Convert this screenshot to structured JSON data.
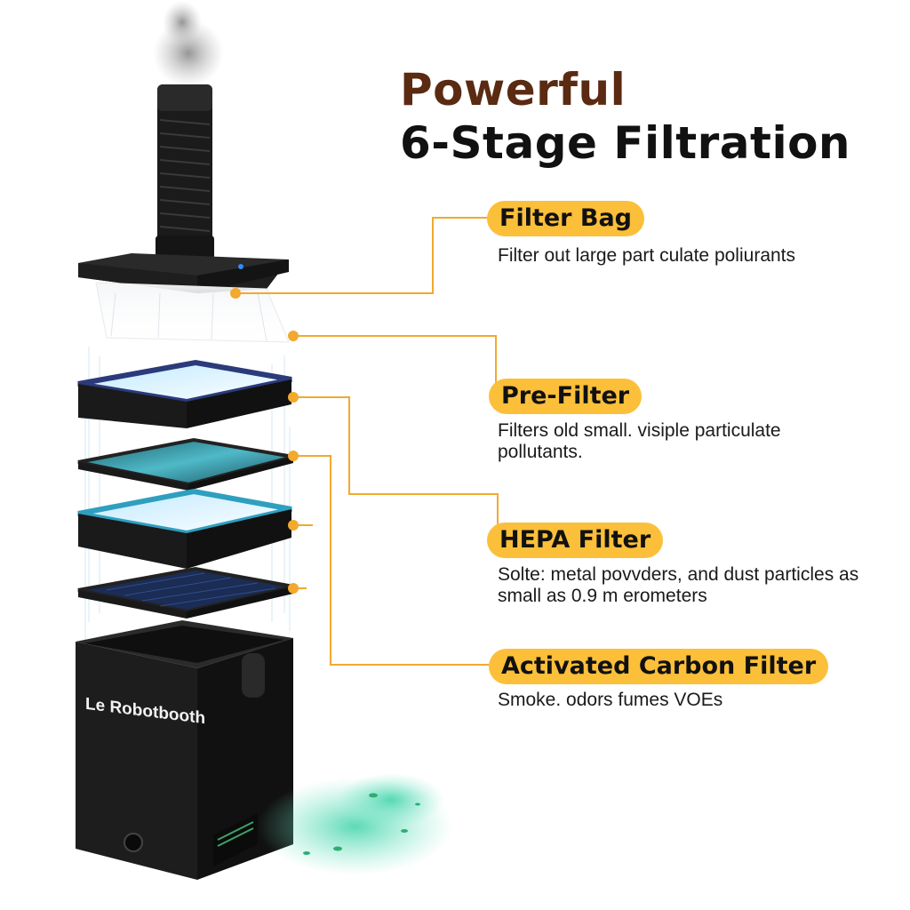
{
  "title": {
    "line1": "Powerful",
    "line2": "6-Stage Filtration"
  },
  "brand": "Le Robotbooth",
  "accent_color": "#fbbf3a",
  "connector_color": "#f2a92e",
  "title_color": "#5a2a12",
  "stages": [
    {
      "label": "Filter Bag",
      "desc": "Filter out large part culate poliurants"
    },
    {
      "label": "Pre-Filter",
      "desc": "Filters old small. visiple particulate pollutants."
    },
    {
      "label": "HEPA Filter",
      "desc": "Solte: metal povvders, and dust particles as small as 0.9 m erometers"
    },
    {
      "label": "Activated Carbon Filter",
      "desc": "Smoke. odors fumes VOEs"
    }
  ]
}
